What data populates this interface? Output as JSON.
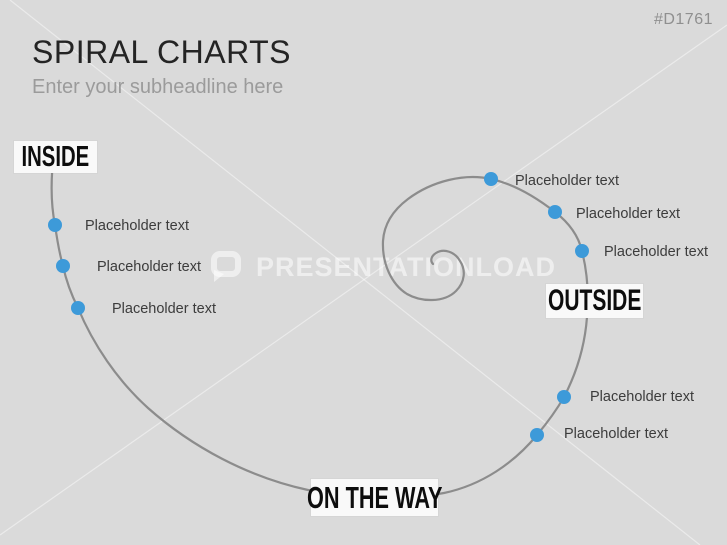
{
  "slide": {
    "ref_code": "#D1761",
    "title": "SPIRAL CHARTS",
    "subtitle": "Enter your subheadline here"
  },
  "watermark": {
    "text": "PRESENTATIONLOAD",
    "logo": "presentationload-p-logo"
  },
  "milestones": {
    "inside": "INSIDE",
    "outside": "OUTSIDE",
    "on_the_way": "ON THE WAY"
  },
  "points": [
    {
      "label": "Placeholder text",
      "position": "inner-left-1"
    },
    {
      "label": "Placeholder text",
      "position": "inner-left-2"
    },
    {
      "label": "Placeholder text",
      "position": "inner-left-3"
    },
    {
      "label": "Placeholder text",
      "position": "outer-top-right-1"
    },
    {
      "label": "Placeholder text",
      "position": "outer-top-right-2"
    },
    {
      "label": "Placeholder text",
      "position": "outer-top-right-3"
    },
    {
      "label": "Placeholder text",
      "position": "outer-bottom-right-1"
    },
    {
      "label": "Placeholder text",
      "position": "outer-bottom-right-2"
    }
  ],
  "colors": {
    "background": "#dadada",
    "spiral_line": "#8c8c8c",
    "dot_blue": "#3d9ad9",
    "milestone_box": "#f9f9f9",
    "milestone_text": "#0d0d0d",
    "title_text": "#242424",
    "subtitle_text": "#9b9b9b",
    "label_text": "#3c3c3c",
    "watermark": "rgba(255,255,255,0.55)"
  }
}
